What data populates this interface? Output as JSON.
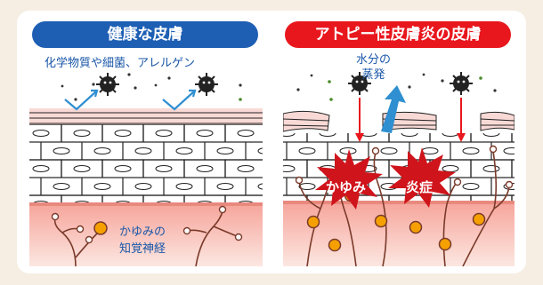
{
  "left_panel": {
    "title": "健康な皮膚",
    "caption": "化学物質や細菌、アレルゲン",
    "nerve_label_line1": "かゆみの",
    "nerve_label_line2": "知覚神経"
  },
  "right_panel": {
    "title": "アトピー性皮膚炎の皮膚",
    "evaporation_line1": "水分の",
    "evaporation_line2": "蒸発",
    "burst_itch": "かゆみ",
    "burst_inflammation": "炎症"
  },
  "colors": {
    "background": "#f6eee3",
    "healthy_title_bg": "#1e5fb4",
    "atopic_title_bg": "#e8171d",
    "label_text": "#1a57a8",
    "skin_layer": "#f9d9d5",
    "dermis_gradient_top": "#f7b9b0",
    "nerve_dot": "#f5a000",
    "burst_red": "#d0141b",
    "arrow_red": "#e8171d",
    "arrow_blue": "#2f8fd0"
  }
}
